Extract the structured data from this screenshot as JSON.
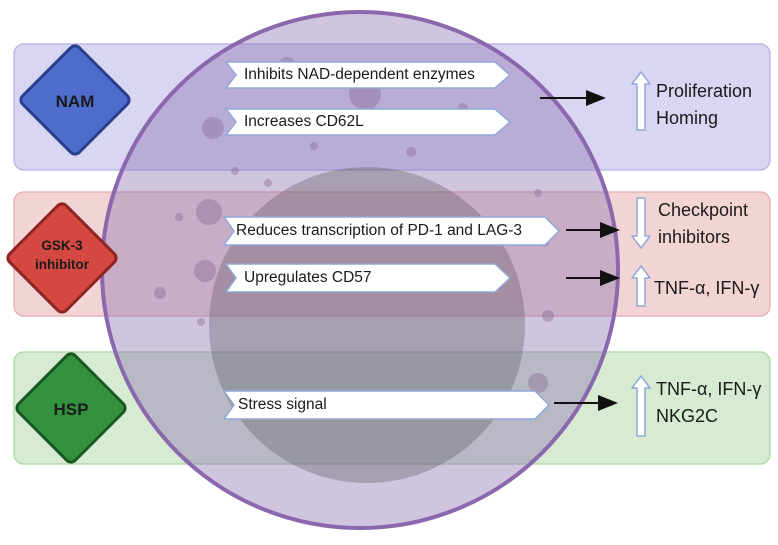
{
  "agents": {
    "nam": {
      "label": "NAM",
      "color": "#4a66c8",
      "band_color": "#d6d4f1",
      "effects": [
        "Inhibits NAD-dependent enzymes",
        "Increases CD62L"
      ],
      "outcome_direction": "up",
      "outcome_lines": [
        "Proliferation",
        "Homing"
      ]
    },
    "gsk3": {
      "label_line1": "GSK-3",
      "label_line2": "inhibitor",
      "color": "#d0453f",
      "band_color": "#f2d3d3",
      "effects": [
        "Reduces transcription of PD-1 and LAG-3",
        "Upregulates CD57"
      ],
      "outcomes": [
        {
          "direction": "down",
          "lines": [
            "Checkpoint",
            "inhibitors"
          ]
        },
        {
          "direction": "up",
          "lines": [
            "TNF-α, IFN-γ"
          ]
        }
      ]
    },
    "hsp": {
      "label": "HSP",
      "color": "#2f8a3a",
      "band_color": "#d5ead0",
      "effects": [
        "Stress signal"
      ],
      "outcome_direction": "up",
      "outcome_lines": [
        "TNF-α, IFN-γ",
        "NKG2C"
      ]
    }
  },
  "cell": {
    "membrane_color": "#9a7cb8",
    "nucleus_color": "#6b6b6b"
  }
}
